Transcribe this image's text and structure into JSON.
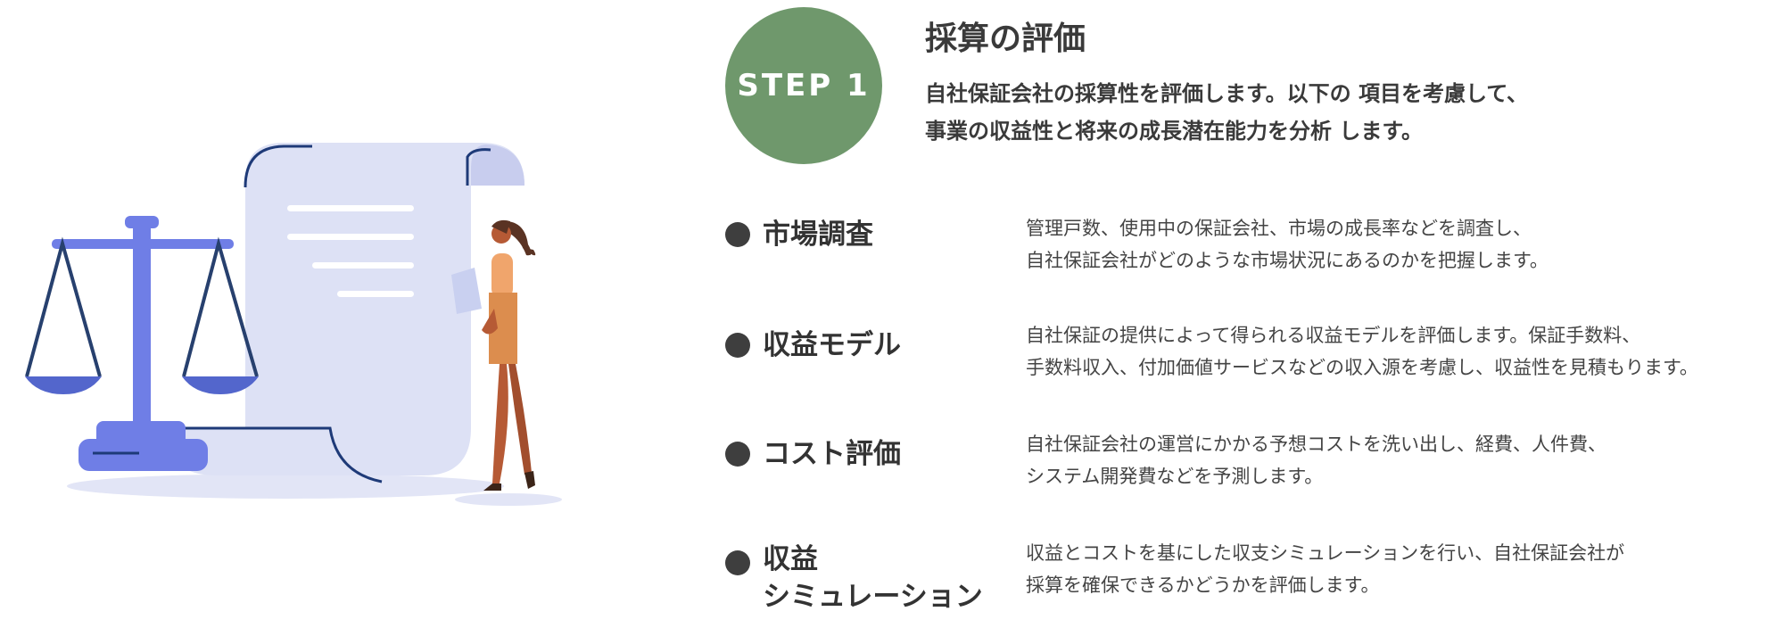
{
  "step": {
    "badge_label": "STEP 1",
    "badge_color": "#6f986c",
    "title": "採算の評価",
    "description_lines": [
      "自社保証会社の採算性を評価します。以下の 項目を考慮して、",
      "事業の収益性と将来の成長潜在能力を分析 します。"
    ]
  },
  "items": [
    {
      "heading_lines": [
        "市場調査"
      ],
      "text_lines": [
        "管理戸数、使用中の保証会社、市場の成長率などを調査し、",
        "自社保証会社がどのような市場状況にあるのかを把握します。"
      ]
    },
    {
      "heading_lines": [
        "収益モデル"
      ],
      "text_lines": [
        "自社保証の提供によって得られる収益モデルを評価します。保証手数料、",
        "手数料収入、付加価値サービスなどの収入源を考慮し、収益性を見積もります。"
      ]
    },
    {
      "heading_lines": [
        "コスト評価"
      ],
      "text_lines": [
        "自社保証会社の運営にかかる予想コストを洗い出し、経費、人件費、",
        "システム開発費などを予測します。"
      ]
    },
    {
      "heading_lines": [
        "収益",
        "シミュレーション"
      ],
      "text_lines": [
        "収益とコストを基にした収支シミュレーションを行い、自社保証会社が",
        "採算を確保できるかどうかを評価します。"
      ]
    }
  ],
  "illustration": {
    "icons": [
      "scales-icon",
      "document-scroll-icon",
      "woman-figure-icon"
    ],
    "colors": {
      "scale_blue": "#6f7ee6",
      "paper": "#dde1f5",
      "navy_stroke": "#1e3a78",
      "skin": "#b65a35",
      "shirt": "#f0a56c",
      "skirt": "#dc8d4e"
    }
  }
}
